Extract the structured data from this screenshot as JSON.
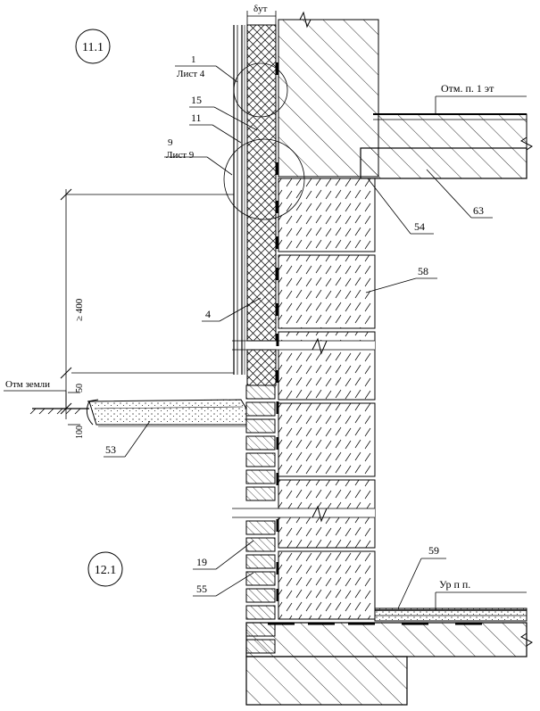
{
  "sections": {
    "upper": "11.1",
    "lower": "12.1"
  },
  "dimension_labels": {
    "insulation_thickness": "δут",
    "min_height": "≥ 400",
    "blind_area_height": "50",
    "gravel_depth": "100"
  },
  "level_labels": {
    "ground": "Отм  земли",
    "first_floor": "Отм. п. 1 эт",
    "basement_floor": "Ур  п п."
  },
  "callouts": {
    "ref1_num": "1",
    "ref1_sheet": "Лист 4",
    "ref9_num": "9",
    "ref9_sheet": "Лист 9",
    "p15": "15",
    "p11": "11",
    "p4": "4",
    "p53": "53",
    "p54": "54",
    "p58": "58",
    "p63": "63",
    "p59": "59",
    "p19": "19",
    "p55": "55"
  }
}
